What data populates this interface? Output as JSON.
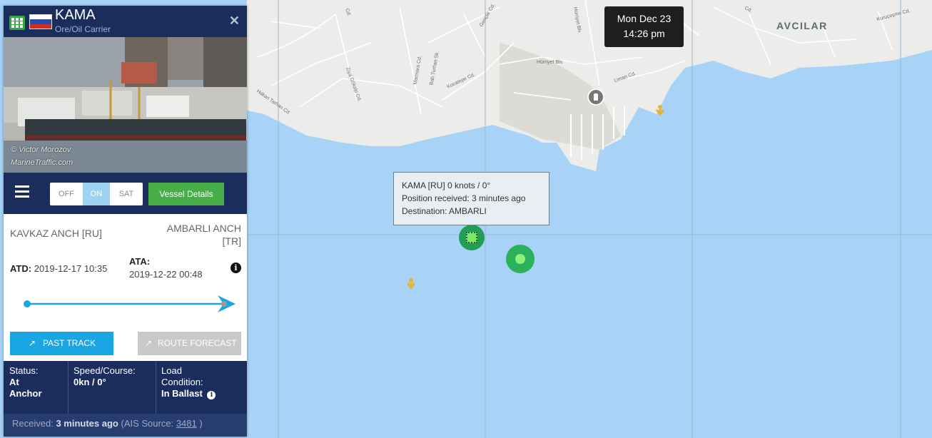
{
  "vessel": {
    "name": "KAMA",
    "type": "Ore/Oil Carrier",
    "photo_credit_1": "© Victor Morozov",
    "photo_credit_2": "MarineTraffic.com"
  },
  "controls": {
    "off_label": "OFF",
    "on_label": "ON",
    "sat_label": "SAT",
    "vessel_details_label": "Vessel Details"
  },
  "route": {
    "departure_port": "KAVKAZ ANCH [RU]",
    "arrival_port_line1": "AMBARLI ANCH",
    "arrival_port_line2": "[TR]",
    "atd_label": "ATD:",
    "atd_value": "2019-12-17 10:35",
    "ata_label": "ATA:",
    "ata_value": "2019-12-22 00:48",
    "past_track_label": "PAST TRACK",
    "route_forecast_label": "ROUTE FORECAST"
  },
  "status": {
    "status_label": "Status:",
    "status_value_1": "At",
    "status_value_2": "Anchor",
    "speed_label": "Speed/Course:",
    "speed_value": "0kn / 0°",
    "load_label_1": "Load",
    "load_label_2": "Condition:",
    "load_value": "In Ballast"
  },
  "received": {
    "prefix": "Received:",
    "time": "3 minutes ago",
    "source_prefix": "(AIS Source:",
    "source_id": "3481",
    "source_suffix": ")"
  },
  "map": {
    "date": "Mon Dec 23",
    "time": "14:26 pm",
    "area_label": "AVCILAR",
    "tooltip_line1": "KAMA [RU] 0 knots / 0°",
    "tooltip_line2": "Position received: 3 minutes ago",
    "tooltip_line3": "Destination: AMBARLI",
    "streets": [
      "Cd.",
      "Gençlik Cd.",
      "Marmara Cd.",
      "Bab Turhan Sk.",
      "Ziya Gökalp Cd.",
      "Kocatepe Cd.",
      "Hürriyet Blv.",
      "Hürriyet Blv.",
      "Liman Cd.",
      "Hakan Tarhan Cd.",
      "Kuruçeşme Cd.",
      "Cd."
    ]
  },
  "colors": {
    "navy": "#1a2d5c",
    "green": "#46ad48",
    "blue_btn": "#1aa6e3",
    "water": "#a9d3f6",
    "land": "#ececea"
  }
}
